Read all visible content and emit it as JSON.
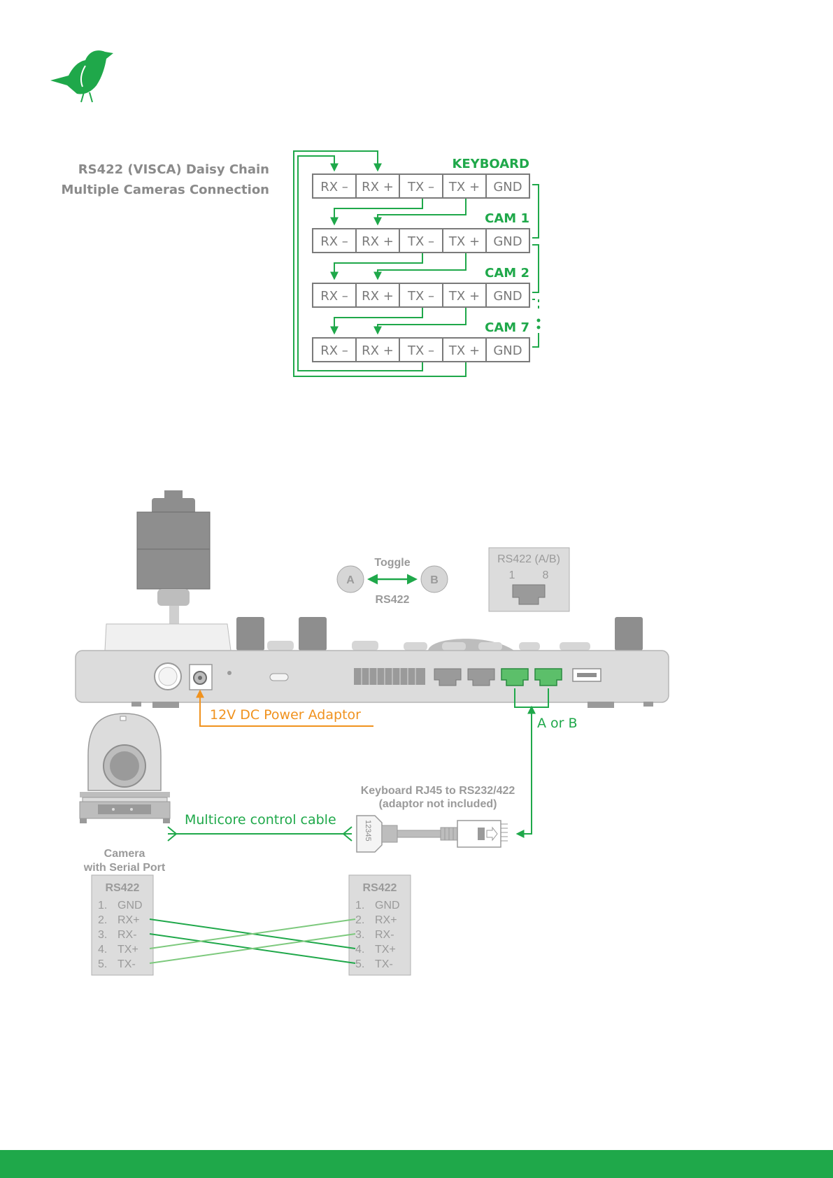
{
  "colors": {
    "brand_green": "#1fa84a",
    "light_green": "#7dc97d",
    "orange": "#f0921e",
    "grey_text": "#8a8a8a",
    "panel_grey": "#dcdcdc"
  },
  "logo": {
    "icon": "bird-logo-icon"
  },
  "heading": {
    "line1": "RS422 (VISCA) Daisy Chain",
    "line2": "Multiple Cameras Connection"
  },
  "daisy_chain": {
    "columns": [
      "RX –",
      "RX +",
      "TX –",
      "TX +",
      "GND"
    ],
    "devices": [
      "KEYBOARD",
      "CAM 1",
      "CAM 2",
      "CAM 7"
    ]
  },
  "toggle": {
    "title": "Toggle",
    "subtitle": "RS422",
    "button_a": "A",
    "button_b": "B"
  },
  "port_detail": {
    "title": "RS422 (A/B)",
    "pin_first": "1",
    "pin_last": "8"
  },
  "labels": {
    "power": "12V DC Power Adaptor",
    "a_or_b": "A or B",
    "cable": "Multicore control cable",
    "adaptor_line1": "Keyboard RJ45 to RS232/422",
    "adaptor_line2": "(adaptor not included)",
    "camera_line1": "Camera",
    "camera_line2": "with Serial Port",
    "adaptor_pins": "12345"
  },
  "pinout_left": {
    "title": "RS422",
    "pins": [
      {
        "num": "1.",
        "name": "GND"
      },
      {
        "num": "2.",
        "name": "RX+"
      },
      {
        "num": "3.",
        "name": "RX-"
      },
      {
        "num": "4.",
        "name": "TX+"
      },
      {
        "num": "5.",
        "name": "TX-"
      }
    ]
  },
  "pinout_right": {
    "title": "RS422",
    "pins": [
      {
        "num": "1.",
        "name": "GND"
      },
      {
        "num": "2.",
        "name": "RX+"
      },
      {
        "num": "3.",
        "name": "RX-"
      },
      {
        "num": "4.",
        "name": "TX+"
      },
      {
        "num": "5.",
        "name": "TX-"
      }
    ]
  }
}
